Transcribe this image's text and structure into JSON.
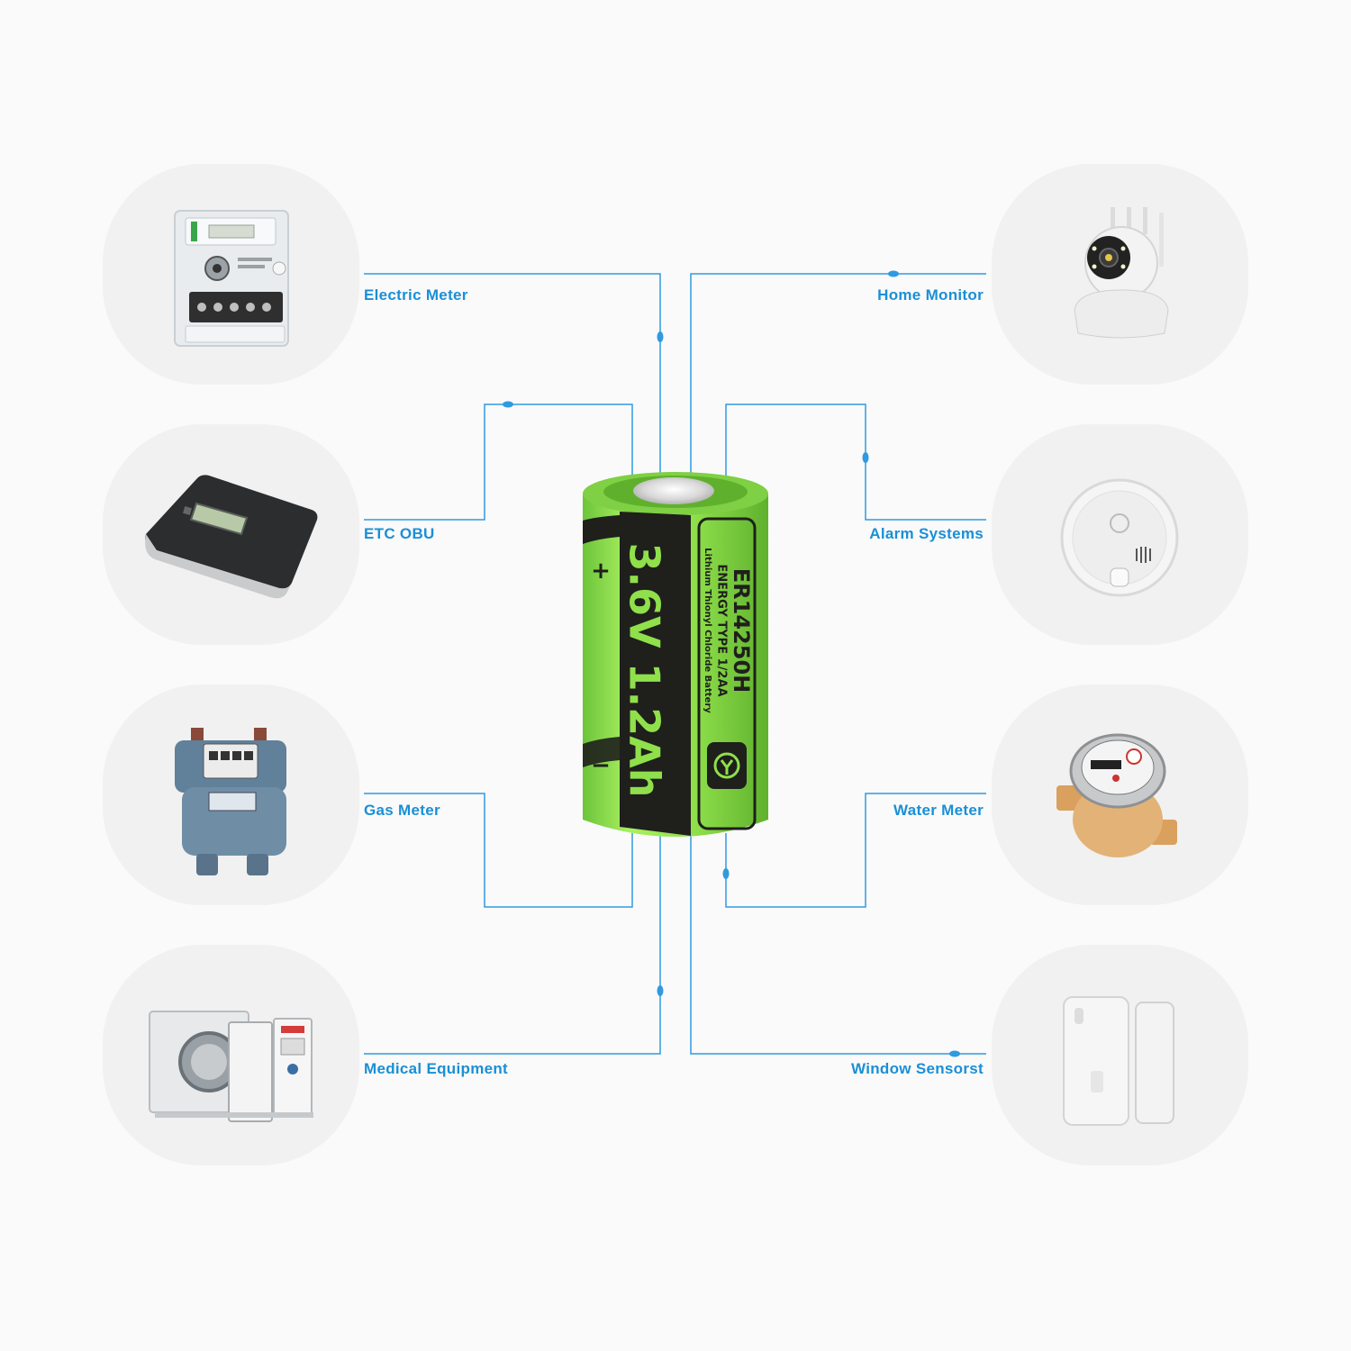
{
  "battery": {
    "model": "ER14250H",
    "energy_type": "ENERGY TYPE 1/2AA",
    "chemistry": "Lithium Thionyl Chloride Battery",
    "rating": "3.6V 1.2Ah",
    "positive": "+",
    "negative": "−",
    "colors": {
      "body": "#8fe04b",
      "band": "#1f1f1c",
      "lines": "#2f9ae0",
      "label": "#1a8fd6"
    }
  },
  "applications": {
    "left": [
      {
        "label": "Electric Meter",
        "icon": "electric-meter-icon"
      },
      {
        "label": "ETC OBU",
        "icon": "etc-obu-icon"
      },
      {
        "label": "Gas Meter",
        "icon": "gas-meter-icon"
      },
      {
        "label": "Medical Equipment",
        "icon": "medical-equipment-icon"
      }
    ],
    "right": [
      {
        "label": "Home Monitor",
        "icon": "home-monitor-icon"
      },
      {
        "label": "Alarm Systems",
        "icon": "alarm-systems-icon"
      },
      {
        "label": "Water Meter",
        "icon": "water-meter-icon"
      },
      {
        "label": "Window Sensorst",
        "icon": "window-sensor-icon"
      }
    ]
  }
}
